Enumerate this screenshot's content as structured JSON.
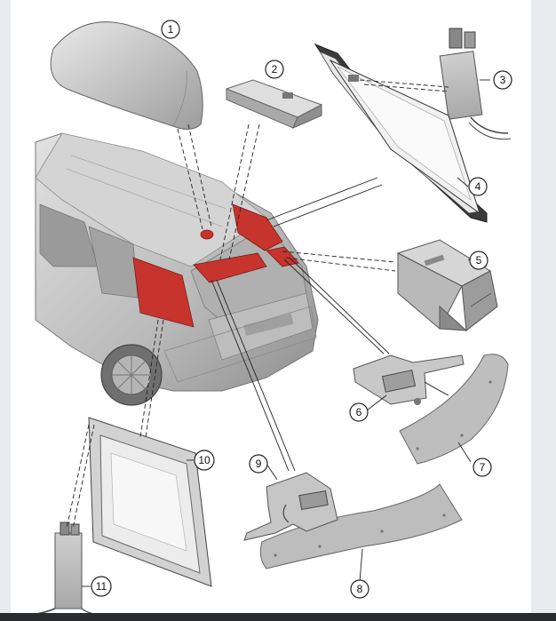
{
  "diagram": {
    "colors": {
      "highlight": "#c7342d",
      "part": "#c9c9c9",
      "outline": "#3a3a3a"
    },
    "callouts": [
      {
        "id": "callout-1",
        "label": "1"
      },
      {
        "id": "callout-2",
        "label": "2"
      },
      {
        "id": "callout-3",
        "label": "3"
      },
      {
        "id": "callout-4",
        "label": "4"
      },
      {
        "id": "callout-5",
        "label": "5"
      },
      {
        "id": "callout-6",
        "label": "6"
      },
      {
        "id": "callout-7",
        "label": "7"
      },
      {
        "id": "callout-8",
        "label": "8"
      },
      {
        "id": "callout-9",
        "label": "9"
      },
      {
        "id": "callout-10",
        "label": "10"
      },
      {
        "id": "callout-11",
        "label": "11"
      }
    ]
  }
}
